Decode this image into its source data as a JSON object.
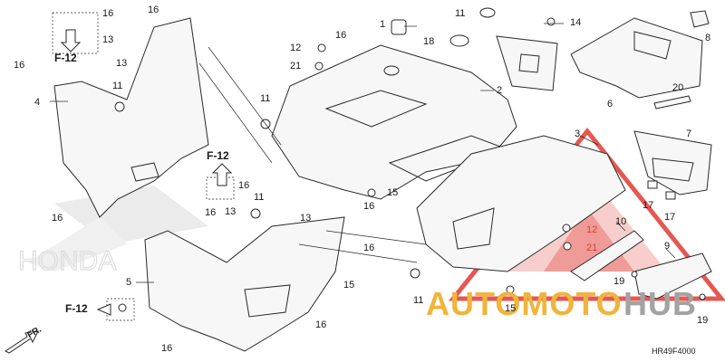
{
  "diagram": {
    "callouts": {
      "c1": "1",
      "c2": "2",
      "c3": "3",
      "c4": "4",
      "c5": "5",
      "c6": "6",
      "c7": "7",
      "c8": "8",
      "c9": "9",
      "c10": "10",
      "c11a": "11",
      "c11b": "11",
      "c11c": "11",
      "c11d": "11",
      "c11e": "11",
      "c12a": "12",
      "c12b": "12",
      "c13a": "13",
      "c13b": "13",
      "c13c": "13",
      "c13d": "13",
      "c14": "14",
      "c15a": "15",
      "c15b": "15",
      "c15c": "15",
      "c16a": "16",
      "c16b": "16",
      "c16c": "16",
      "c16d": "16",
      "c16e": "16",
      "c16f": "16",
      "c16g": "16",
      "c16h": "16",
      "c16i": "16",
      "c16j": "16",
      "c16k": "16",
      "c17a": "17",
      "c17b": "17",
      "c18": "18",
      "c19a": "19",
      "c19b": "19",
      "c20": "20",
      "c21a": "21",
      "c21b": "21"
    },
    "frame_refs": {
      "f12a": "F-12",
      "f12b": "F-12",
      "f12c": "F-12"
    },
    "direction_label": "FR.",
    "diagram_code": "HR49F4000"
  },
  "watermarks": {
    "brand_left": "AUTOMOTO",
    "brand_right": "HUB",
    "honda": "HONDA"
  },
  "colors": {
    "line": "#2a2a2a",
    "fill": "#f7f7f7",
    "red": "#e03b34",
    "gold": "#f1b43a",
    "grey": "#a3a3a3"
  }
}
